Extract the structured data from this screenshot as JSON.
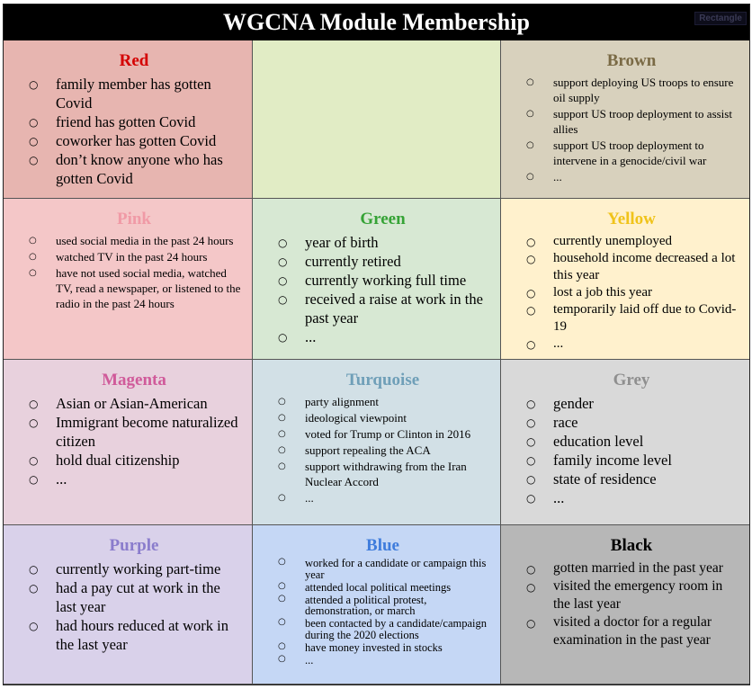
{
  "header": {
    "title": "WGCNA Module Membership",
    "tag": "Rectangle"
  },
  "modules": [
    {
      "key": "red",
      "name": "Red",
      "color": "#d40000",
      "bg": "#e7b5b0",
      "items": [
        "family member has gotten Covid",
        "friend has gotten Covid",
        "coworker has gotten Covid",
        "don’t know anyone who has gotten Covid"
      ]
    },
    {
      "key": "lime",
      "name": "",
      "color": "#000000",
      "bg": "#e1ecc5",
      "items": []
    },
    {
      "key": "brown",
      "name": "Brown",
      "color": "#7a6a45",
      "bg": "#d8d1bd",
      "items": [
        "support deploying US troops to ensure oil supply",
        "support US troop deployment to assist allies",
        "support US troop deployment to intervene in a genocide/civil war",
        "..."
      ]
    },
    {
      "key": "pink",
      "name": "Pink",
      "color": "#f09aa6",
      "bg": "#f4c7c8",
      "items": [
        "used social media in the past 24 hours",
        "watched TV in the past 24 hours",
        "have not used social media, watched TV, read a newspaper, or listened to the radio in the past 24 hours"
      ]
    },
    {
      "key": "green",
      "name": "Green",
      "color": "#35a335",
      "bg": "#d7e8d3",
      "items": [
        "year of birth",
        "currently retired",
        "currently working full time",
        "received a raise at work in the past year",
        "..."
      ]
    },
    {
      "key": "yellow",
      "name": "Yellow",
      "color": "#f0c31a",
      "bg": "#fff1cd",
      "items": [
        "currently unemployed",
        "household income decreased a lot this year",
        "lost a job this year",
        "temporarily laid off due to Covid-19",
        "..."
      ]
    },
    {
      "key": "magenta",
      "name": "Magenta",
      "color": "#d05a9a",
      "bg": "#e8d1dd",
      "items": [
        "Asian or Asian-American",
        "Immigrant become naturalized citizen",
        "hold dual citizenship",
        "..."
      ]
    },
    {
      "key": "turquoise",
      "name": "Turquoise",
      "color": "#6f9fb8",
      "bg": "#d2e0e6",
      "items": [
        "party alignment",
        "ideological viewpoint",
        "voted for Trump or Clinton in 2016",
        "support repealing the ACA",
        "support withdrawing from the Iran Nuclear Accord",
        "..."
      ]
    },
    {
      "key": "grey",
      "name": "Grey",
      "color": "#8f8f8f",
      "bg": "#d9d9d9",
      "items": [
        "gender",
        "race",
        "education level",
        "family income level",
        "state of residence",
        "..."
      ]
    },
    {
      "key": "purple",
      "name": "Purple",
      "color": "#8a7ccc",
      "bg": "#d9d1ea",
      "items": [
        "currently working part-time",
        "had a pay cut at work in the last year",
        "had hours reduced at work in the last year"
      ]
    },
    {
      "key": "blue",
      "name": "Blue",
      "color": "#3f7cdc",
      "bg": "#c5d7f5",
      "items": [
        "worked for a candidate or campaign this year",
        "attended local political meetings",
        "attended a political protest, demonstration, or march",
        "been contacted by a candidate/campaign during the 2020 elections",
        "have money invested in stocks",
        "..."
      ]
    },
    {
      "key": "black",
      "name": "Black",
      "color": "#000000",
      "bg": "#b7b7b7",
      "items": [
        "gotten married in the past year",
        "visited the emergency room in the last year",
        "visited a doctor for a regular examination in the past year"
      ]
    }
  ]
}
